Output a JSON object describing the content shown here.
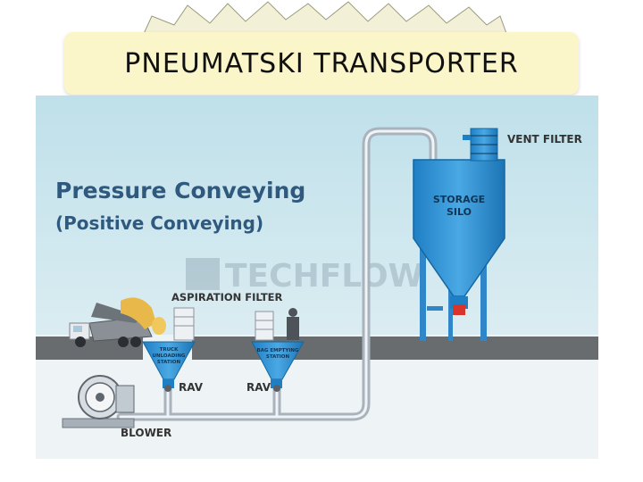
{
  "slide": {
    "title": "PNEUMATSKI TRANSPORTER"
  },
  "diagram": {
    "heading": "Pressure Conveying",
    "subheading": "(Positive Conveying)",
    "watermark": "TECHFLOW",
    "labels": {
      "vent_filter": "VENT FILTER",
      "storage_silo_line1": "STORAGE",
      "storage_silo_line2": "SILO",
      "aspiration_filter": "ASPIRATION FILTER",
      "truck_station_line1": "TRUCK",
      "truck_station_line2": "UNLOADING",
      "truck_station_line3": "STATION",
      "bag_station_line1": "BAG EMPTYING",
      "bag_station_line2": "STATION",
      "rav_1": "RAV",
      "rav_2": "RAV",
      "blower": "BLOWER"
    },
    "colors": {
      "equipment": "#2e8fd0",
      "pipe": "#cfd8e0",
      "background_top": "#c6e3ec",
      "ground": "#6b6e70",
      "valve": "#d9342b"
    }
  }
}
